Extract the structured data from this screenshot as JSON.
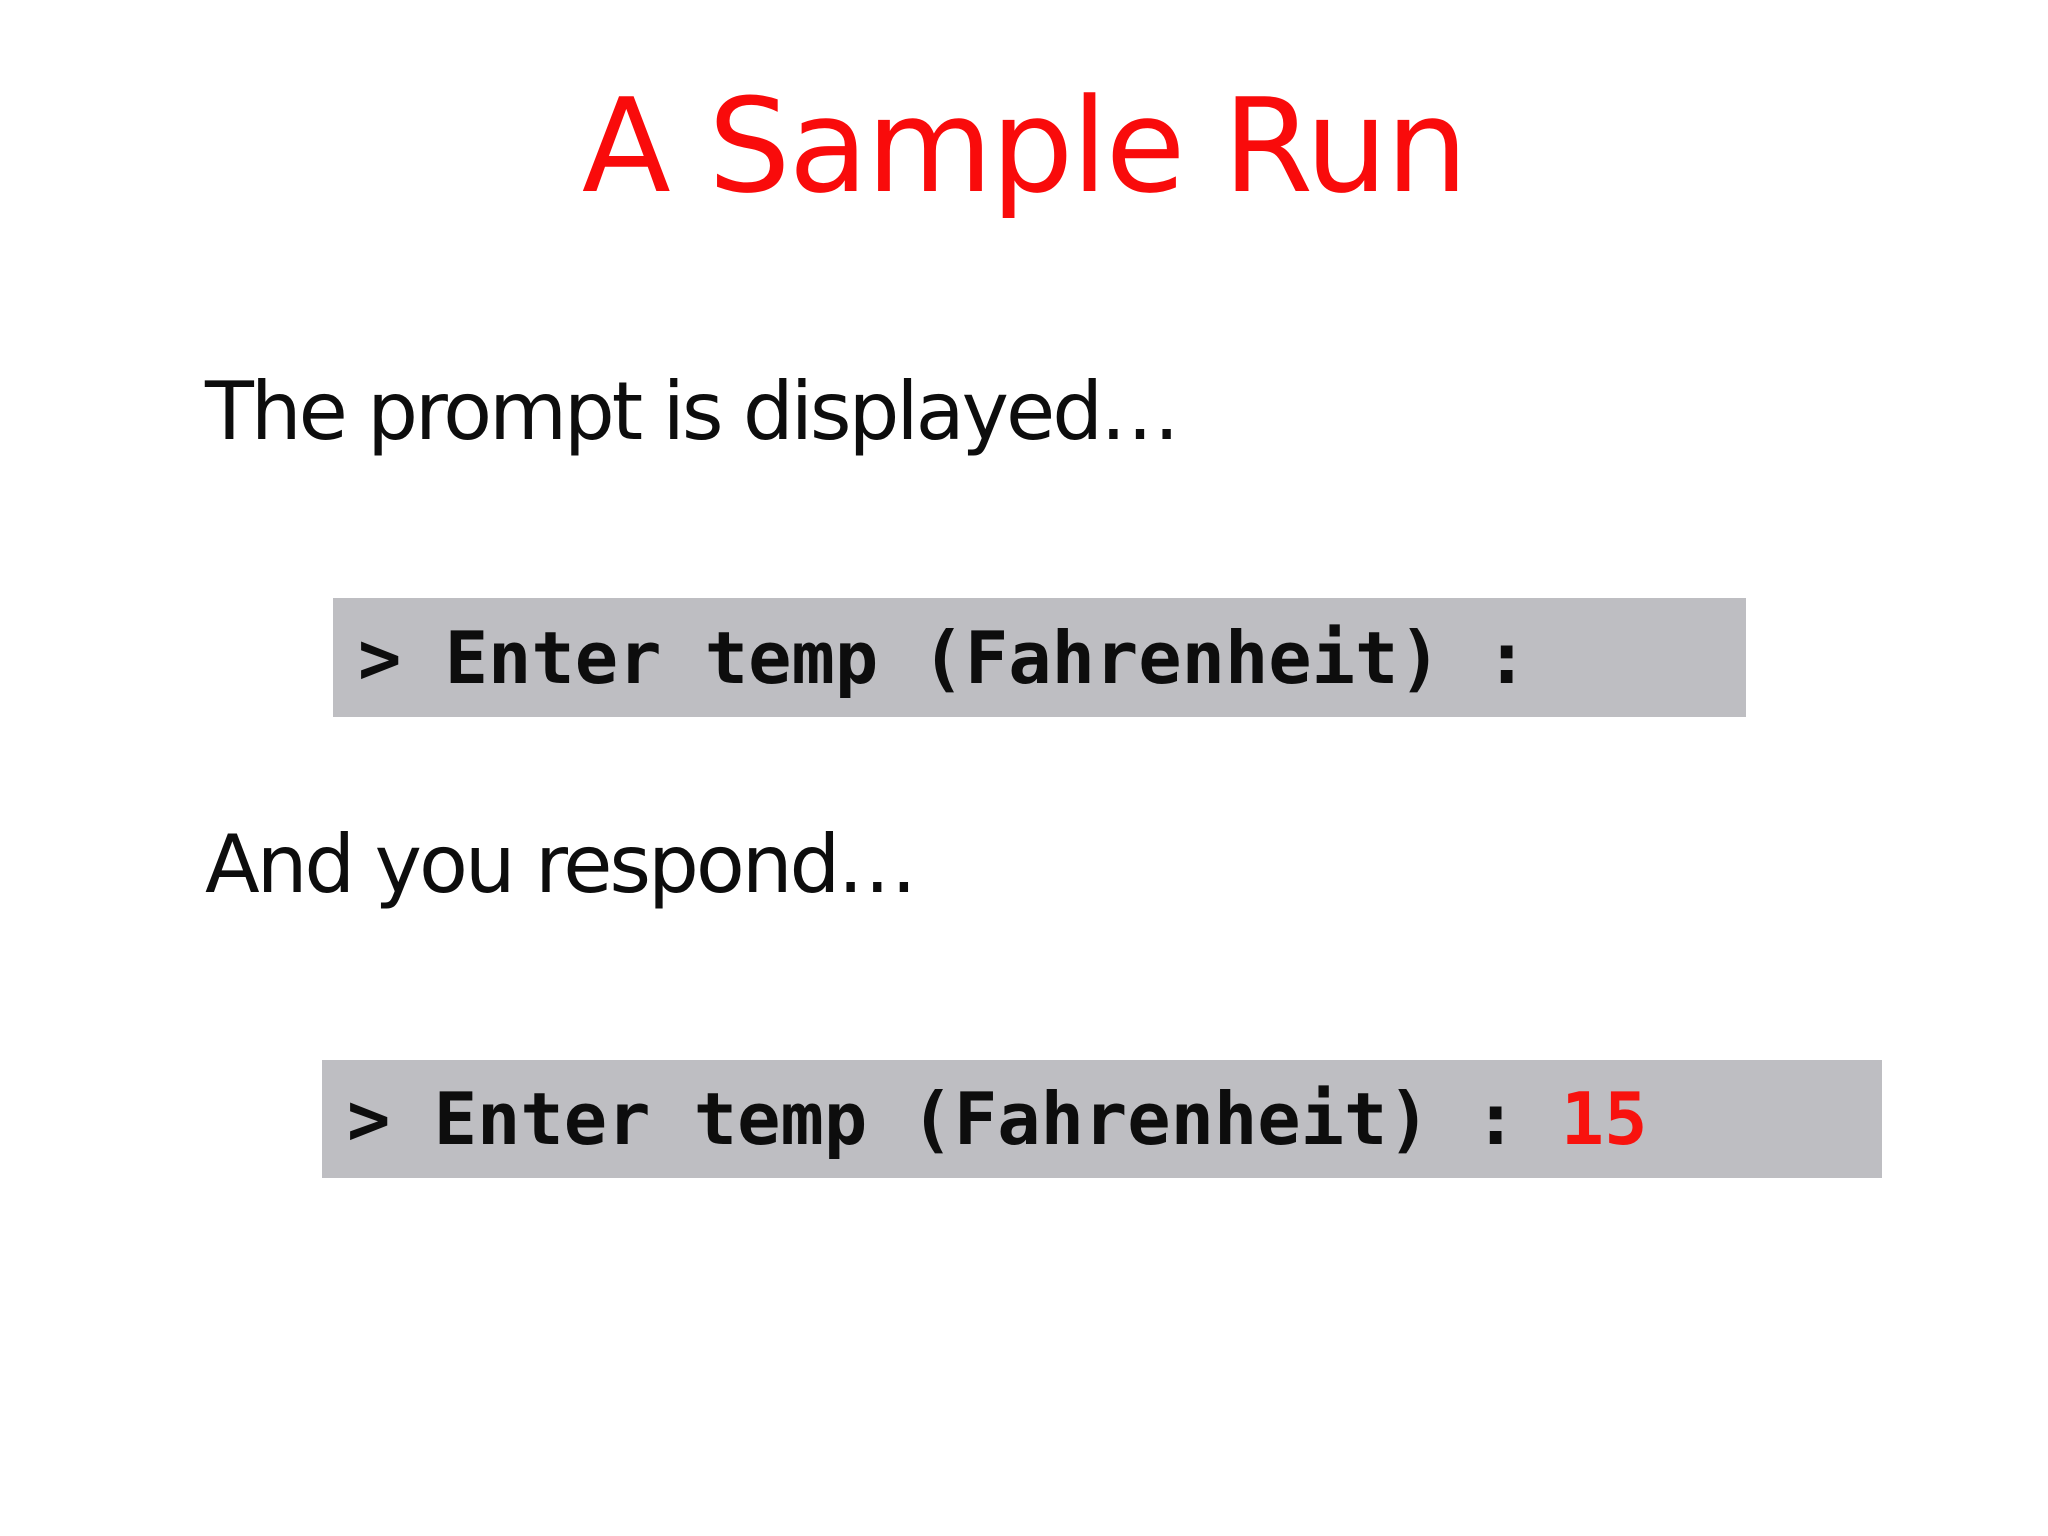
{
  "slide": {
    "title": "A Sample Run",
    "narration_line_1": "The prompt is displayed…",
    "narration_line_2": "And you respond…",
    "terminal_1": {
      "prompt_text": "> Enter temp (Fahrenheit) :"
    },
    "terminal_2": {
      "prompt_text": "> Enter temp (Fahrenheit) : ",
      "user_input": "15"
    }
  },
  "colors": {
    "title_red": "#F90B0B",
    "input_red": "#F8120E",
    "terminal_bg": "#BEBEC2",
    "text_black": "#0D0D0D",
    "background": "#FFFFFF"
  }
}
